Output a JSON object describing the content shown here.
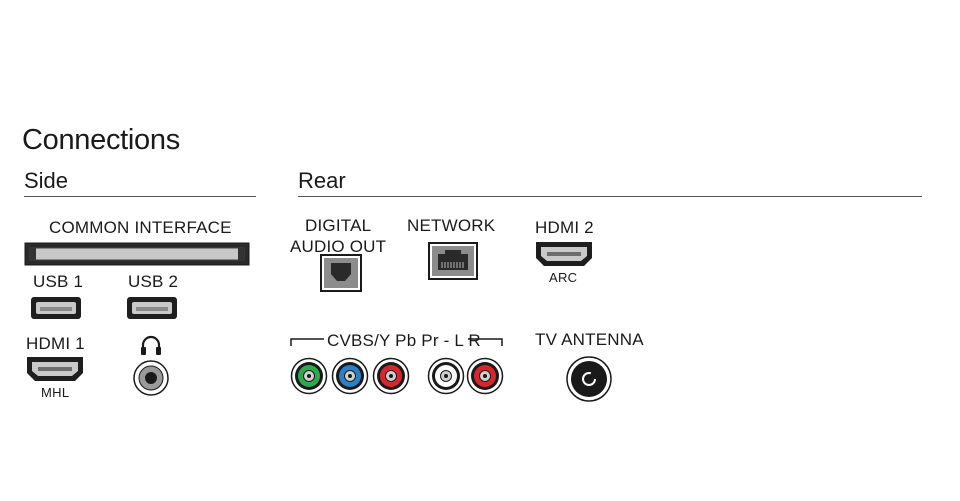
{
  "title": "Connections",
  "side": {
    "heading": "Side",
    "common_interface": "COMMON INTERFACE",
    "usb1": "USB 1",
    "usb2": "USB 2",
    "hdmi1": "HDMI 1",
    "hdmi1_sub": "MHL"
  },
  "rear": {
    "heading": "Rear",
    "digital_audio_line1": "DIGITAL",
    "digital_audio_line2": "AUDIO OUT",
    "network": "NETWORK",
    "hdmi2": "HDMI 2",
    "hdmi2_sub": "ARC",
    "component_label": "CVBS/Y Pb Pr - L R",
    "tv_antenna": "TV ANTENNA"
  },
  "colors": {
    "green": "#2fa84f",
    "blue": "#2b7fc4",
    "red": "#d7262d",
    "white": "#ffffff",
    "port_gray": "#bdbdbd",
    "dark": "#1a1a1a"
  },
  "icons": [
    "headphone-icon"
  ]
}
